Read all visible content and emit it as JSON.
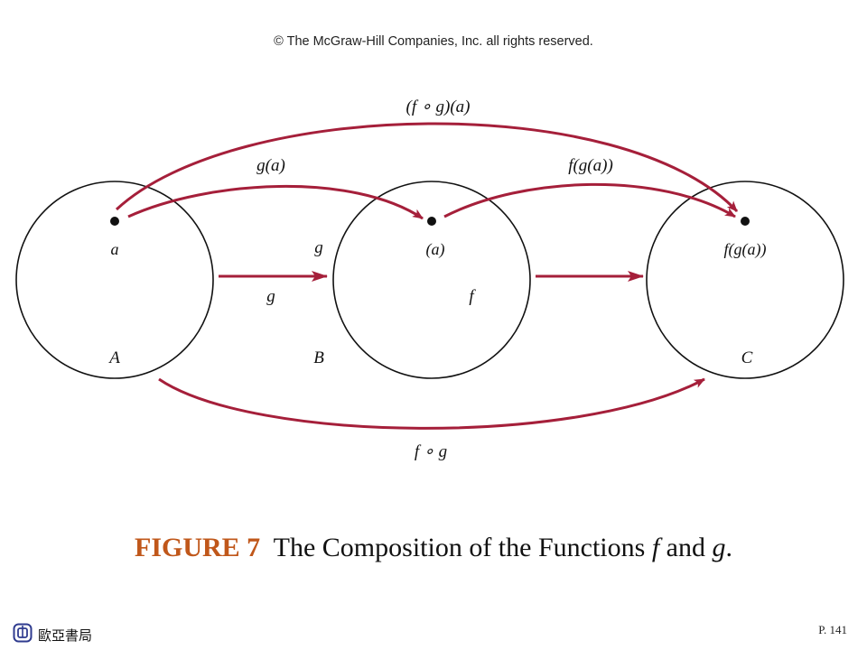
{
  "copyright": "© The McGraw-Hill Companies, Inc. all rights reserved.",
  "sets": {
    "A": {
      "name": "A",
      "element": "a"
    },
    "B": {
      "name": "B",
      "element": "(a)"
    },
    "C": {
      "name": "C",
      "element": "f(g(a))"
    }
  },
  "labels": {
    "composite_top": "(f ∘ g)(a)",
    "g_of_a": "g(a)",
    "f_of_g_of_a": "f(g(a))",
    "g_upper": "g",
    "g_lower": "g",
    "f": "f",
    "composite_bottom": "f ∘ g"
  },
  "caption": {
    "figure": "FIGURE 7",
    "pre": "The Composition of the Functions",
    "f": "f",
    "and": "and",
    "g": "g",
    "end": "."
  },
  "publisher": "歐亞書局",
  "page_number": "P. 141",
  "colors": {
    "arrow_red": "#a51f3a",
    "caption_orange": "#c0571a",
    "ink": "#111111"
  }
}
